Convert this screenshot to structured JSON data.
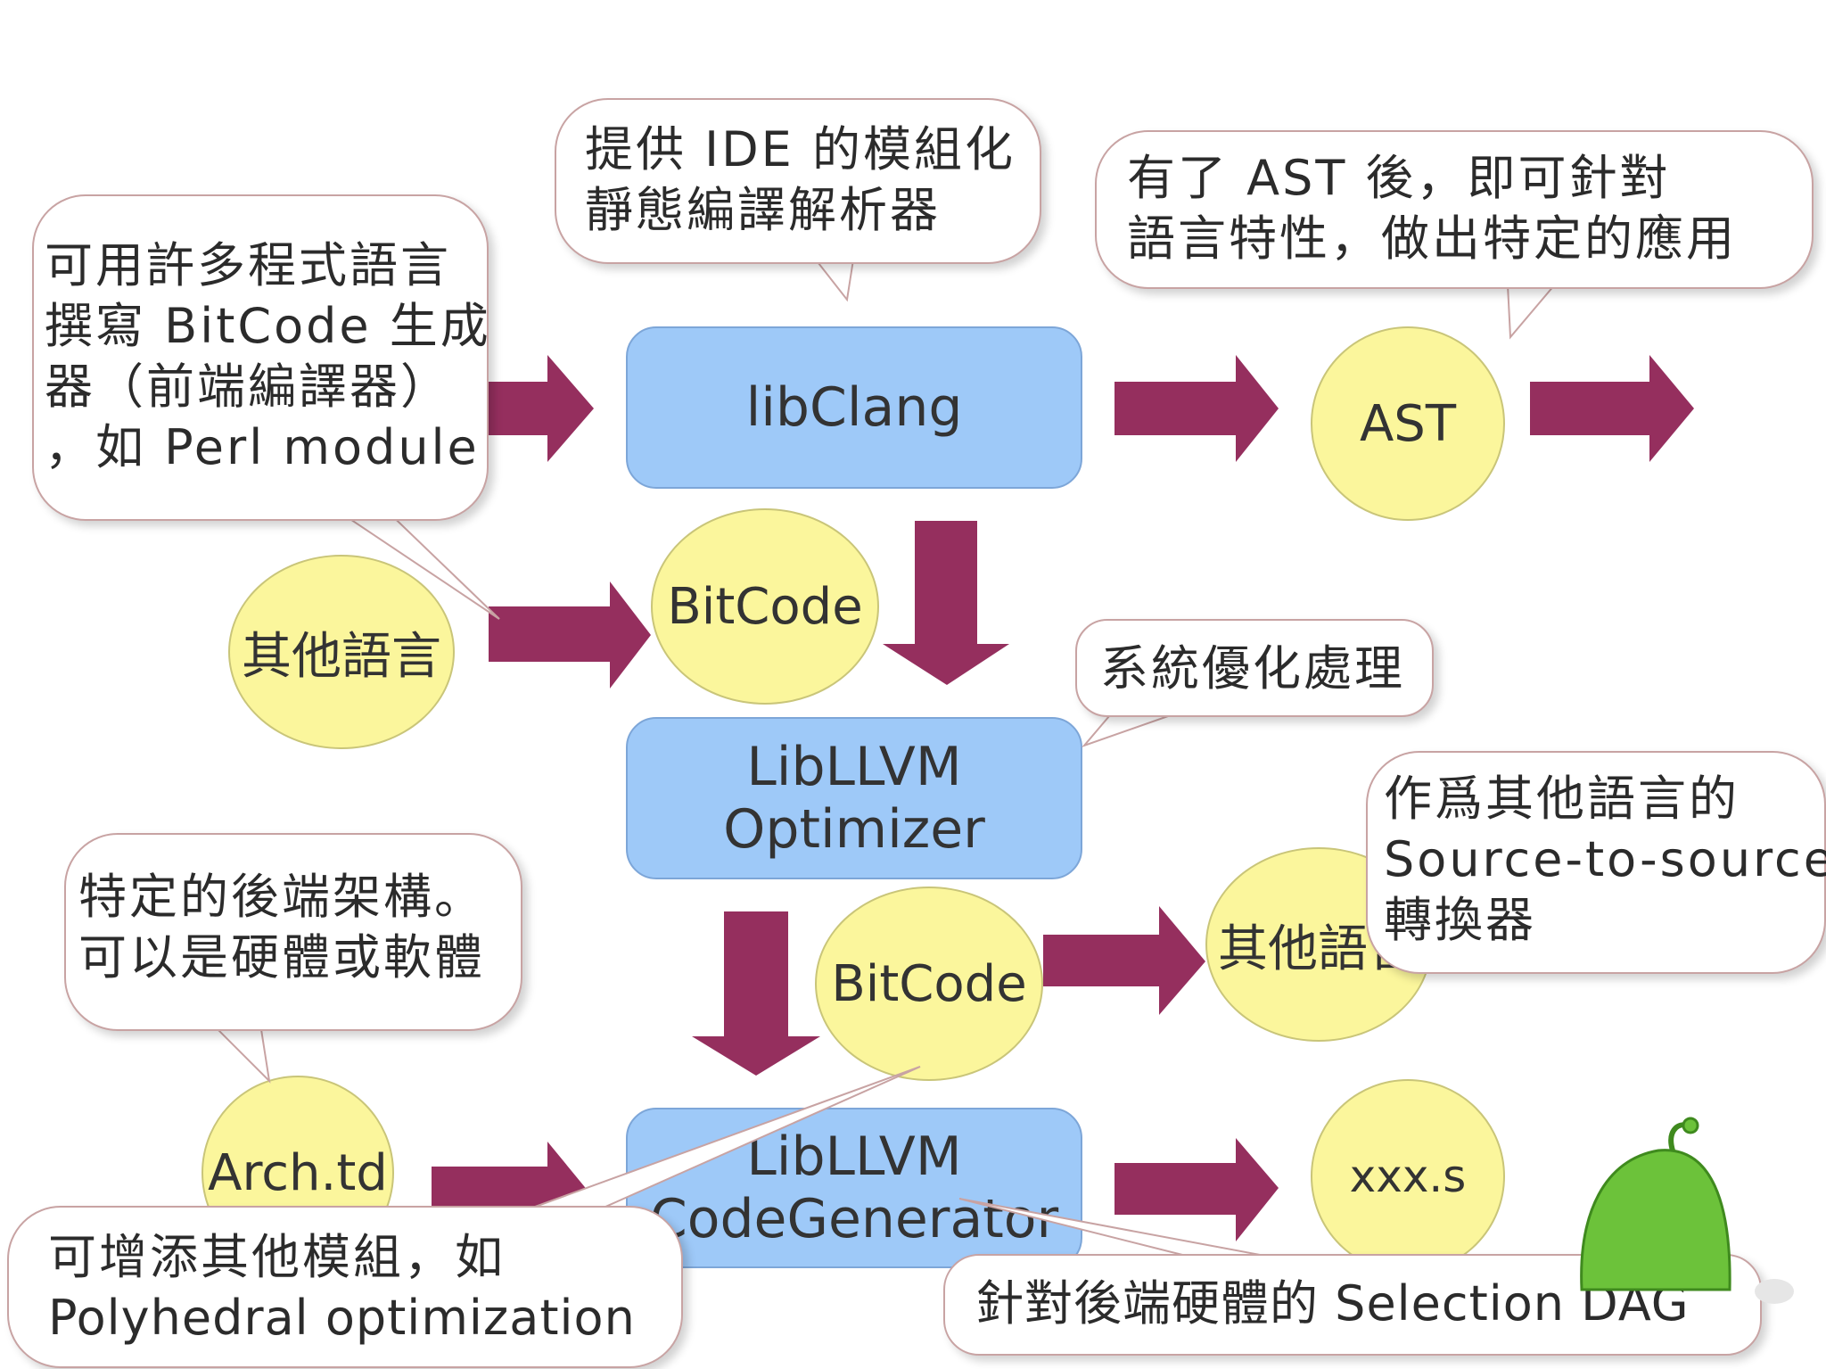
{
  "colors": {
    "arrow": "#952f5e",
    "box_fill": "#9ec9f8",
    "circle_fill": "#fbf69c",
    "bubble_border": "#c8a3a3",
    "mascot": "#6cc23a"
  },
  "boxes": {
    "libclang": "libClang",
    "optimizer_line1": "LibLLVM",
    "optimizer_line2": "Optimizer",
    "codegen_line1": "LibLLVM",
    "codegen_line2": "CodeGenerator"
  },
  "circles": {
    "ast": "AST",
    "bitcode_top": "BitCode",
    "other_lang_left": "其他語言",
    "bitcode_mid": "BitCode",
    "other_lang_right": "其他語言",
    "arch_td": "Arch.td",
    "output_s": "xxx.s"
  },
  "callouts": {
    "ide": {
      "line1": "提供 IDE 的模組化",
      "line2": "靜態編譯解析器"
    },
    "ast_app": {
      "line1": "有了 AST 後，即可針對",
      "line2": "語言特性，做出特定的應用"
    },
    "frontend": {
      "line1": "可用許多程式語言",
      "line2": "撰寫 BitCode 生成",
      "line3": "器（前端編譯器）",
      "line4": "，如 Perl module"
    },
    "optimize": {
      "line1": "系統優化處理"
    },
    "source_to_source": {
      "line1": "作爲其他語言的",
      "line2": "Source-to-source",
      "line3": "轉換器"
    },
    "backend_arch": {
      "line1": "特定的後端架構。",
      "line2": "可以是硬體或軟體"
    },
    "modules": {
      "line1": "可增添其他模組，如",
      "line2": "Polyhedral optimization"
    },
    "selection_dag": {
      "line1": "針對後端硬體的 Selection DAG"
    }
  }
}
